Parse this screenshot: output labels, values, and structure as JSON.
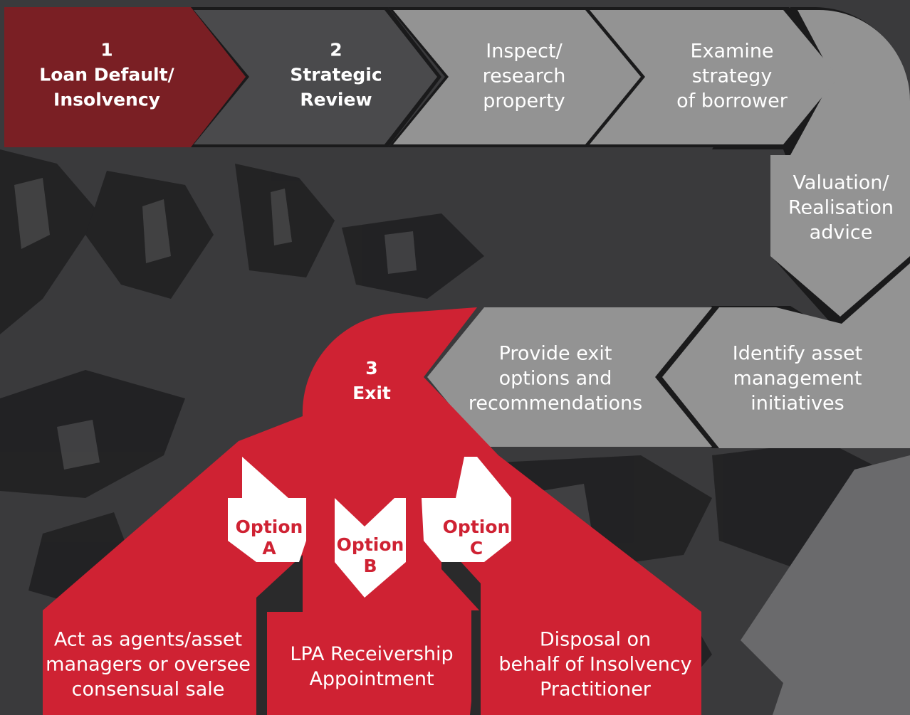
{
  "colors": {
    "background": "#3a3a3c",
    "step1": "#7a1f24",
    "step2": "#4a4a4c",
    "process": "#939393",
    "exit": "#cf2233",
    "option_arrow": "#ffffff"
  },
  "steps": {
    "loan_default": {
      "number": "1",
      "line1": "Loan Default/",
      "line2": "Insolvency"
    },
    "strategic_review": {
      "number": "2",
      "line1": "Strategic",
      "line2": "Review"
    },
    "exit": {
      "number": "3",
      "line1": "Exit"
    }
  },
  "process": {
    "inspect": [
      "Inspect/",
      "research",
      "property"
    ],
    "examine": [
      "Examine",
      "strategy",
      "of borrower"
    ],
    "valuation": [
      "Valuation/",
      "Realisation",
      "advice"
    ],
    "identify": [
      "Identify asset",
      "management",
      "initiatives"
    ],
    "provide": [
      "Provide exit",
      "options and",
      "recommendations"
    ]
  },
  "options": {
    "a": {
      "line1": "Option",
      "line2": "A"
    },
    "b": {
      "line1": "Option",
      "line2": "B"
    },
    "c": {
      "line1": "Option",
      "line2": "C"
    }
  },
  "outcomes": {
    "a": [
      "Act as agents/asset",
      "managers or oversee",
      "consensual sale"
    ],
    "b": [
      "LPA Receivership",
      "Appointment"
    ],
    "c": [
      "Disposal on",
      "behalf of Insolvency",
      "Practitioner"
    ]
  }
}
